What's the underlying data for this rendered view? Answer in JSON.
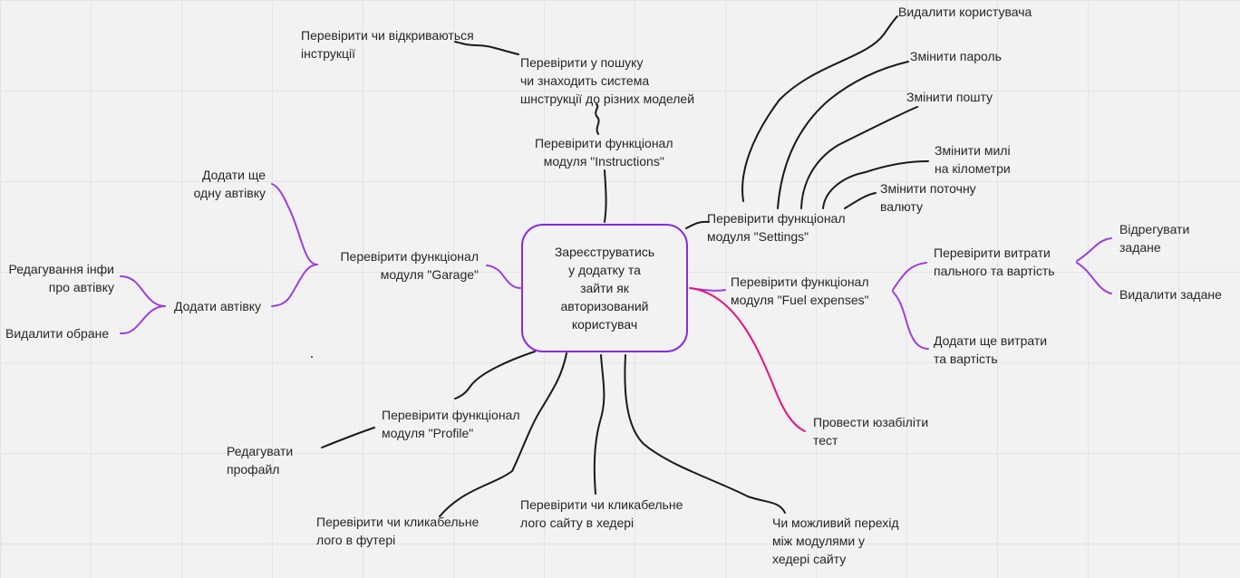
{
  "central": "Зареєструватись\nу додатку та\nзайти як\nавторизований\nкористувач",
  "nodes": {
    "instructions": "Перевірити функціонал\nмодуля \"Instructions\"",
    "search_instructions": "Перевірити у пошуку\nчи знаходить система\nшнструкції до різних моделей",
    "instructions_open": "Перевірити чи відкриваються\nінструкції",
    "settings": "Перевірити функціонал\nмодуля \"Settings\"",
    "delete_user": "Видалити користувача",
    "change_password": "Змінити пароль",
    "change_email": "Змінити пошту",
    "miles_km": "Змінити милі\nна кілометри",
    "change_currency": "Змінити поточну\nвалюту",
    "fuel": "Перевірити функціонал\nмодуля \"Fuel expenses\"",
    "check_fuel_cost": "Перевірити витрати\nпального та вартість",
    "edit_entry": "Відрегувати\nзадане",
    "delete_entry": "Видалити задане",
    "add_more_fuel": "Додати ще витрати\nта вартість",
    "usability": "Провести юзабіліти\nтест",
    "garage": "Перевірити функціонал\nмодуля \"Garage\"",
    "add_another_car": "Додати ще\nодну автівку",
    "add_car": "Додати автівку",
    "edit_car_info": "Редагування інфи\nпро автівку",
    "delete_selected": "Видалити обране",
    "profile": "Перевірити функціонал\nмодуля \"Profile\"",
    "edit_profile": "Редагувати\nпрофайл",
    "footer_logo": "Перевірити чи кликабельне\nлого в футері",
    "header_logo": "Перевірити чи кликабельне\nлого сайту в хедері",
    "header_nav": "Чи можливий перехід\nміж модулями у\nхедері сайту"
  },
  "colors": {
    "background": "#f2f2f2",
    "connector_dark": "#1a1a1a",
    "connector_purple": "#9b3fe0",
    "connector_pink": "#e8137a",
    "central_border": "#8a2be2"
  }
}
